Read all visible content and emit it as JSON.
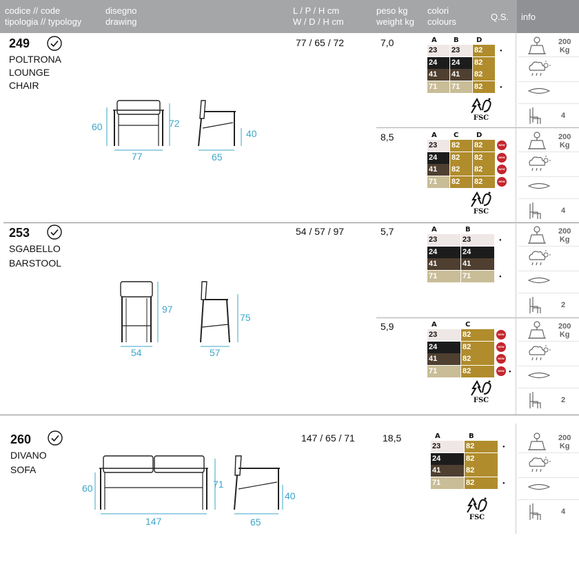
{
  "header": {
    "code_label": "codice // code",
    "typology_label": "tipologia // typology",
    "drawing_label_it": "disegno",
    "drawing_label_en": "drawing",
    "dims_label_it": "L / P / H  cm",
    "dims_label_en": "W / D / H  cm",
    "weight_label_it": "peso kg",
    "weight_label_en": "weight kg",
    "colors_label_it": "colori",
    "colors_label_en": "colours",
    "qs_label": "Q.S.",
    "info_label": "info"
  },
  "products": [
    {
      "code": "249",
      "name_it": "POLTRONA",
      "name_en_1": "LOUNGE",
      "name_en_2": "CHAIR",
      "dims": "77 / 65 / 72",
      "drawing_dims": {
        "front_width": "77",
        "side_depth": "65",
        "height": "72",
        "seat_height": "60",
        "arm_height": "40"
      },
      "variants": [
        {
          "weight": "7,0",
          "col_a": "A",
          "col_b": "B",
          "col_d": "D",
          "rows": [
            [
              "23",
              "23",
              "82"
            ],
            [
              "24",
              "24",
              "82"
            ],
            [
              "41",
              "41",
              "82"
            ],
            [
              "71",
              "71",
              "82"
            ]
          ],
          "capacity": "200",
          "unit": "Kg",
          "qty": "4"
        },
        {
          "weight": "8,5",
          "col_a": "A",
          "col_b": "C",
          "col_d": "D",
          "rows": [
            [
              "23",
              "82",
              "82"
            ],
            [
              "24",
              "82",
              "82"
            ],
            [
              "41",
              "82",
              "82"
            ],
            [
              "71",
              "82",
              "82"
            ]
          ],
          "capacity": "200",
          "unit": "Kg",
          "qty": "4"
        }
      ]
    },
    {
      "code": "253",
      "name_it": "SGABELLO",
      "name_en_1": "BARSTOOL",
      "dims": "54 / 57 / 97",
      "drawing_dims": {
        "front_width": "54",
        "side_depth": "57",
        "height": "97",
        "seat_height": "75"
      },
      "variants": [
        {
          "weight": "5,7",
          "col_a": "A",
          "col_b": "B",
          "rows": [
            [
              "23",
              "23"
            ],
            [
              "24",
              "24"
            ],
            [
              "41",
              "41"
            ],
            [
              "71",
              "71"
            ]
          ],
          "capacity": "200",
          "unit": "Kg",
          "qty": "2"
        },
        {
          "weight": "5,9",
          "col_a": "A",
          "col_b": "C",
          "rows": [
            [
              "23",
              "82"
            ],
            [
              "24",
              "82"
            ],
            [
              "41",
              "82"
            ],
            [
              "71",
              "82"
            ]
          ],
          "capacity": "200",
          "unit": "Kg",
          "qty": "2"
        }
      ]
    },
    {
      "code": "260",
      "name_it": "DIVANO",
      "name_en_1": "SOFA",
      "dims": "147 / 65 / 71",
      "drawing_dims": {
        "front_width": "147",
        "side_depth": "65",
        "height": "71",
        "seat_height": "60",
        "arm_height": "40"
      },
      "variants": [
        {
          "weight": "18,5",
          "col_a": "A",
          "col_b": "B",
          "rows": [
            [
              "23",
              "82"
            ],
            [
              "24",
              "82"
            ],
            [
              "41",
              "82"
            ],
            [
              "71",
              "82"
            ]
          ],
          "capacity": "200",
          "unit": "Kg",
          "qty": "4"
        }
      ]
    }
  ],
  "fsc_label": "FSC",
  "new_badge": "NEW",
  "swatch_colors": {
    "c23": "#efe7e6",
    "c24": "#1c1c1c",
    "c41": "#4f3f30",
    "c71": "#c9bd97",
    "c82": "#b08c2c"
  },
  "dim_color": "#3ba6c9"
}
